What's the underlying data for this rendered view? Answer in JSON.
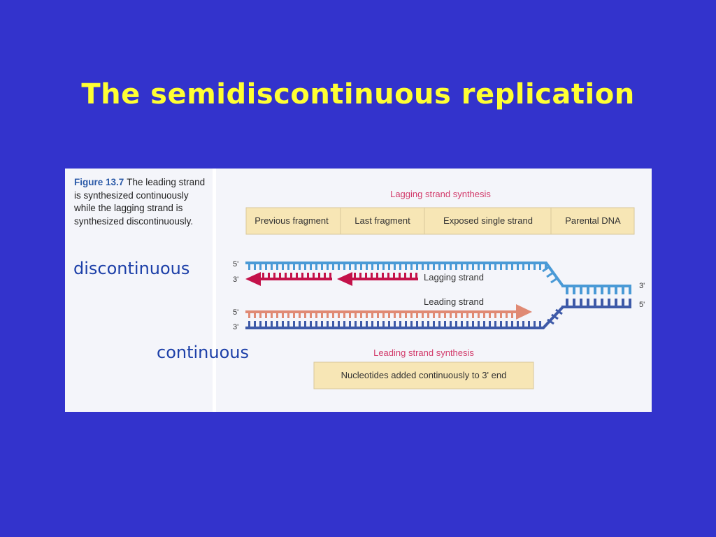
{
  "slide": {
    "title": "The semidiscontinuous replication"
  },
  "figure": {
    "caption_number": "Figure 13.7",
    "caption_text": "The leading strand is synthesized continuously while the lagging strand is synthesized discontinuously.",
    "lagging_header": "Lagging strand synthesis",
    "legend": [
      "Previous fragment",
      "Last fragment",
      "Exposed single strand",
      "Parental DNA"
    ],
    "strand_ends": {
      "top_5": "5'",
      "top_3": "3'",
      "bottom_5": "5'",
      "bottom_3": "3'",
      "right_3": "3'",
      "right_5": "5'"
    },
    "lagging_strand_label": "Lagging strand",
    "leading_strand_label": "Leading strand",
    "leading_header": "Leading strand synthesis",
    "leading_note": "Nucleotides added continuously to 3' end"
  },
  "labels": {
    "discontinuous": "discontinuous",
    "continuous": "continuous"
  },
  "colors": {
    "background": "#3333cc",
    "title": "#ffff33",
    "label_blue": "#1c3fa8",
    "header_pink": "#d23a6a",
    "legend_fill": "#f7e6b5",
    "parental_strand": "#3e5aa8",
    "template_strand": "#4a9ad6",
    "lagging_fragment": "#c4124a",
    "leading_strand": "#e08a74"
  }
}
